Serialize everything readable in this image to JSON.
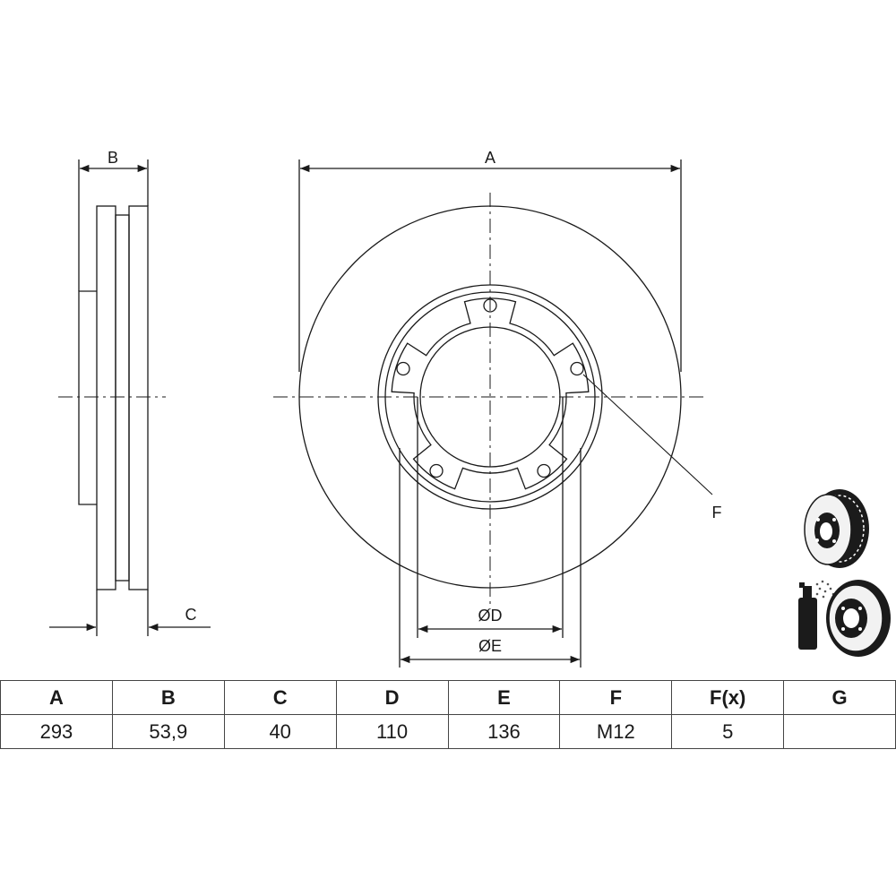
{
  "drawing_labels": {
    "B": "B",
    "C": "C",
    "A": "A",
    "F": "F",
    "D": "ØD",
    "E": "ØE"
  },
  "spec_table": {
    "headers": [
      "A",
      "B",
      "C",
      "D",
      "E",
      "F",
      "F(x)",
      "G"
    ],
    "values": [
      "293",
      "53,9",
      "40",
      "110",
      "136",
      "M12",
      "5",
      ""
    ]
  },
  "colors": {
    "line": "#1a1a1a",
    "thumbnail_dark": "#1b1b1b"
  },
  "icons": [
    "brake-disc-thumbnail",
    "brake-disc-with-spray-thumbnail"
  ]
}
